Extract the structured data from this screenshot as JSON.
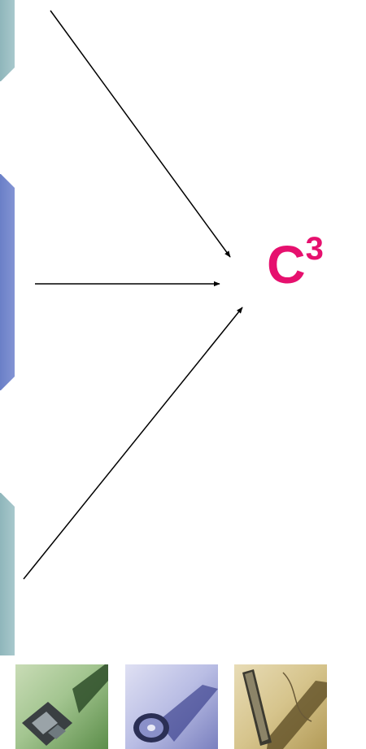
{
  "label": {
    "base": "C",
    "exponent": "3",
    "color": "#e6106e"
  },
  "arrows": {
    "color": "#000000",
    "count": 3
  },
  "blocks": {
    "colors": [
      "#a0c2c6",
      "#7689cd",
      "#a0c2c6"
    ]
  },
  "thumbnails": [
    {
      "icon": "floppy-disk-icon",
      "tint": "green"
    },
    {
      "icon": "compact-disc-icon",
      "tint": "lavender"
    },
    {
      "icon": "keyboard-icon",
      "tint": "tan"
    }
  ]
}
